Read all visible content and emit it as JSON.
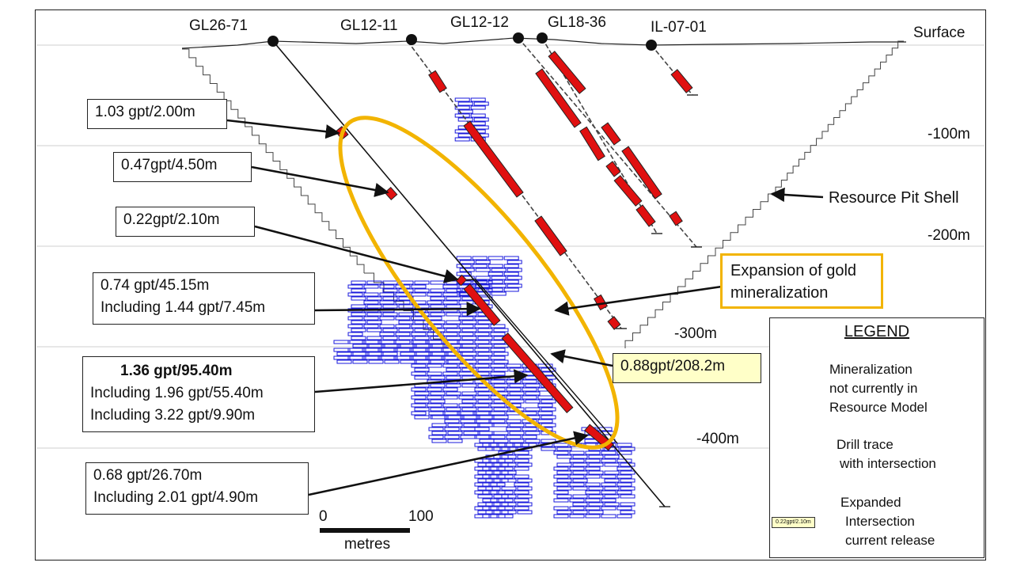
{
  "holes": [
    {
      "name": "GL26-71"
    },
    {
      "name": "GL12-11"
    },
    {
      "name": "GL12-12"
    },
    {
      "name": "GL18-36"
    },
    {
      "name": "IL-07-01"
    }
  ],
  "depth_labels": {
    "surface": "Surface",
    "d100": "-100m",
    "d200": "-200m",
    "d300": "-300m",
    "d400": "-400m"
  },
  "pit_shell_label": "Resource Pit Shell",
  "expansion_label": {
    "line1": "Expansion of gold",
    "line2": "mineralization"
  },
  "callouts": {
    "c1": {
      "line1": "1.03 gpt/2.00m"
    },
    "c2": {
      "line1": "0.47gpt/4.50m"
    },
    "c3": {
      "line1": "0.22gpt/2.10m"
    },
    "c4": {
      "line1": "0.74 gpt/45.15m",
      "line2": "Including 1.44 gpt/7.45m"
    },
    "c5": {
      "line1": "1.36 gpt/95.40m",
      "line2": "Including 1.96 gpt/55.40m",
      "line3": "Including 3.22 gpt/9.90m"
    },
    "c6": {
      "line1": "0.68 gpt/26.70m",
      "line2": "Including 2.01 gpt/4.90m"
    },
    "expanded": {
      "line1": "0.88gpt/208.2m"
    }
  },
  "scale_bar": {
    "zero": "0",
    "hundred": "100",
    "unit": "metres"
  },
  "legend": {
    "title": "LEGEND",
    "mineralization": {
      "line1": "Mineralization",
      "line2": "not currently in",
      "line3": "Resource Model"
    },
    "drill": {
      "line1": "Drill trace",
      "line2": "with intersection"
    },
    "expanded": {
      "sample": "0.22gpt/2.10m",
      "line1": "Expanded",
      "line2": "Intersection",
      "line3": "current release"
    }
  },
  "colors": {
    "mineralization": "#1a1adc",
    "intersection": "#e01010",
    "ellipse": "#f2b400",
    "highlight": "#ffffc8"
  }
}
